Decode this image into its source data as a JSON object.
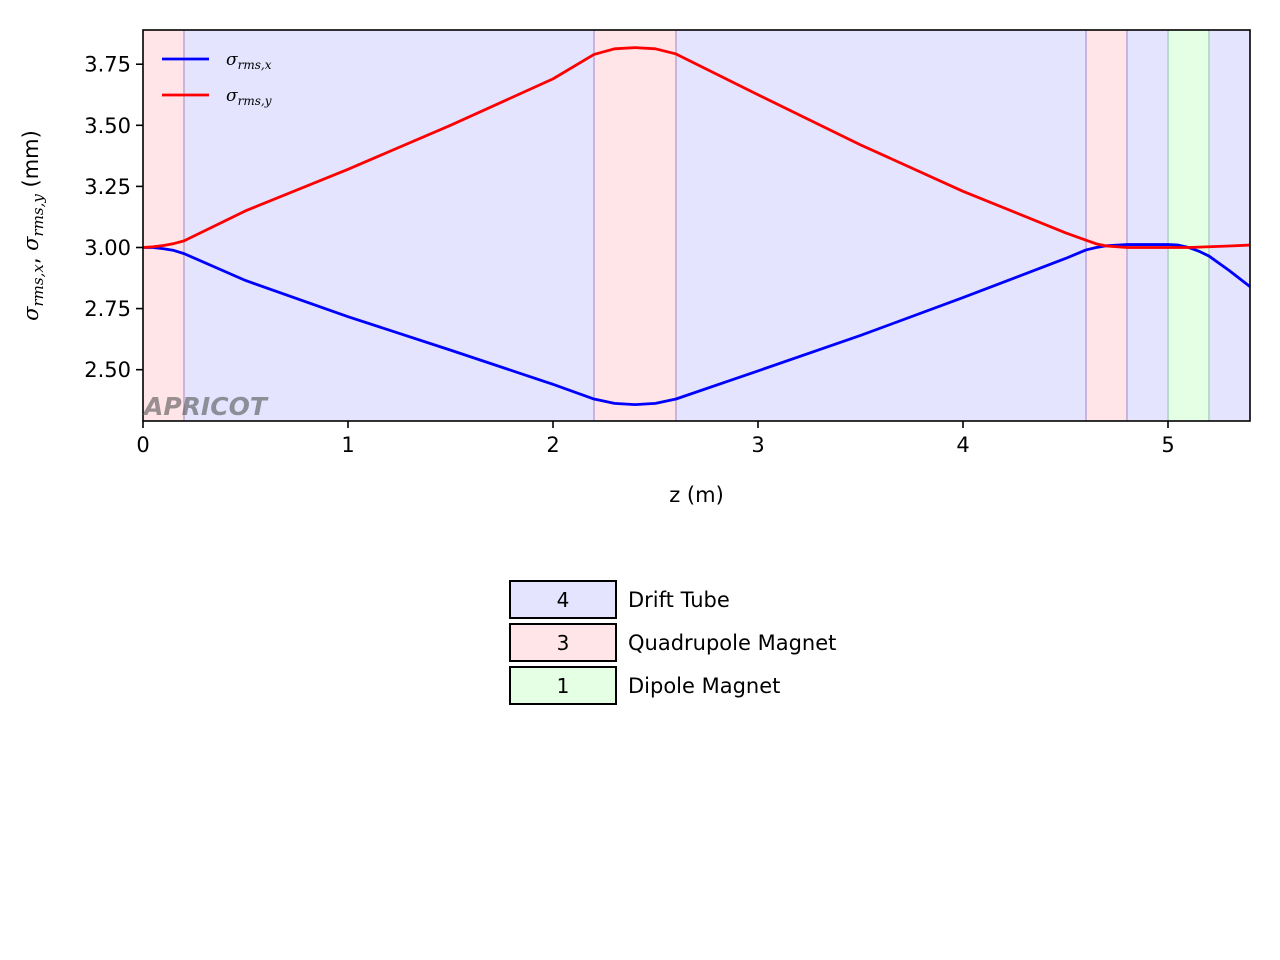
{
  "chart_data": {
    "type": "line",
    "xlabel": "z (m)",
    "ylabel_parts": [
      "σ",
      "rms,x",
      ",  ",
      "σ",
      "rms,y",
      " (mm)"
    ],
    "xlim": [
      0,
      5.4
    ],
    "ylim": [
      2.29,
      3.89
    ],
    "x_ticks": [
      0,
      1,
      2,
      3,
      4,
      5
    ],
    "x_tick_labels": [
      "0",
      "1",
      "2",
      "3",
      "4",
      "5"
    ],
    "y_ticks": [
      2.5,
      2.75,
      3.0,
      3.25,
      3.5,
      3.75
    ],
    "y_tick_labels": [
      "2.50",
      "2.75",
      "3.00",
      "3.25",
      "3.50",
      "3.75"
    ],
    "grid": false,
    "legend_position": "top-left",
    "watermark": "APRICOT",
    "colors": {
      "drift": "#e4e4ff",
      "quad": "#ffe4e8",
      "dipole": "#e4ffe4",
      "boundary_quad": "#c8b4dc",
      "boundary_dipole": "#b4dcc8"
    },
    "elements": [
      {
        "type": "quad",
        "start": 0.0,
        "end": 0.2
      },
      {
        "type": "drift",
        "start": 0.2,
        "end": 2.2
      },
      {
        "type": "quad",
        "start": 2.2,
        "end": 2.6
      },
      {
        "type": "drift",
        "start": 2.6,
        "end": 4.6
      },
      {
        "type": "quad",
        "start": 4.6,
        "end": 4.8
      },
      {
        "type": "drift",
        "start": 4.8,
        "end": 5.0
      },
      {
        "type": "dipole",
        "start": 5.0,
        "end": 5.2
      },
      {
        "type": "drift",
        "start": 5.2,
        "end": 5.4
      }
    ],
    "series": [
      {
        "name_main": "σ",
        "name_sub": "rms,x",
        "color": "#0000ff",
        "x": [
          0,
          0.05,
          0.1,
          0.15,
          0.2,
          0.5,
          1.0,
          1.5,
          2.0,
          2.2,
          2.3,
          2.4,
          2.5,
          2.6,
          3.0,
          3.5,
          4.0,
          4.5,
          4.6,
          4.65,
          4.7,
          4.8,
          4.9,
          5.0,
          5.05,
          5.1,
          5.15,
          5.2,
          5.3,
          5.4
        ],
        "y": [
          3.0,
          3.0,
          2.995,
          2.988,
          2.975,
          2.865,
          2.717,
          2.58,
          2.44,
          2.38,
          2.362,
          2.357,
          2.362,
          2.38,
          2.495,
          2.64,
          2.795,
          2.955,
          2.99,
          3.0,
          3.007,
          3.012,
          3.012,
          3.012,
          3.01,
          3.0,
          2.985,
          2.965,
          2.905,
          2.84
        ]
      },
      {
        "name_main": "σ",
        "name_sub": "rms,y",
        "color": "#ff0000",
        "x": [
          0,
          0.05,
          0.1,
          0.15,
          0.2,
          0.5,
          1.0,
          1.5,
          2.0,
          2.2,
          2.3,
          2.4,
          2.5,
          2.6,
          3.0,
          3.5,
          4.0,
          4.5,
          4.6,
          4.65,
          4.7,
          4.8,
          4.9,
          5.0,
          5.1,
          5.2,
          5.3,
          5.4
        ],
        "y": [
          3.0,
          3.003,
          3.008,
          3.016,
          3.027,
          3.15,
          3.32,
          3.5,
          3.69,
          3.79,
          3.813,
          3.818,
          3.813,
          3.792,
          3.625,
          3.42,
          3.23,
          3.06,
          3.03,
          3.015,
          3.006,
          3.0,
          3.0,
          3.0,
          3.0,
          3.003,
          3.006,
          3.01
        ]
      }
    ]
  },
  "element_table": [
    {
      "count": "4",
      "label": "Drift Tube",
      "color": "#e4e4ff"
    },
    {
      "count": "3",
      "label": "Quadrupole Magnet",
      "color": "#ffe4e8"
    },
    {
      "count": "1",
      "label": "Dipole Magnet",
      "color": "#e4ffe4"
    }
  ]
}
